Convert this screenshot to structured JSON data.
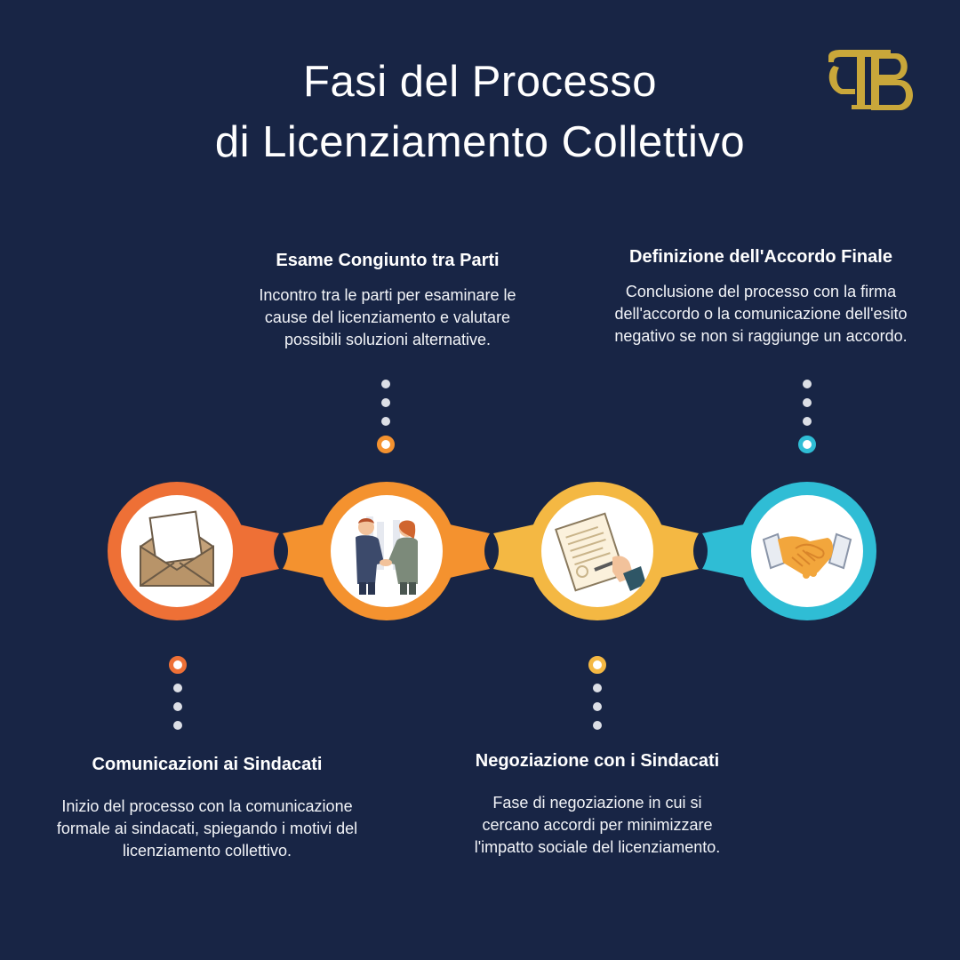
{
  "title": {
    "line1": "Fasi del Processo",
    "line2": "di Licenziamento Collettivo"
  },
  "logo": {
    "text": "TB",
    "color": "#c9a73a"
  },
  "colors": {
    "background": "#182545",
    "step1": "#ee7036",
    "step2": "#f4922f",
    "step3": "#f4b843",
    "step4": "#2fbdd5"
  },
  "steps": [
    {
      "title": "Comunicazioni ai Sindacati",
      "description": [
        "Inizio del processo con la comunicazione",
        "formale ai sindacati, spiegando i motivi del",
        "licenziamento collettivo."
      ],
      "icon": "envelope-icon"
    },
    {
      "title": "Esame Congiunto tra Parti",
      "description": [
        "Incontro tra le parti per esaminare le",
        "cause del licenziamento e valutare",
        "possibili soluzioni alternative."
      ],
      "icon": "meeting-handshake-icon"
    },
    {
      "title": "Negoziazione con i Sindacati",
      "description": [
        "Fase di negoziazione in cui si",
        "cercano accordi per minimizzare",
        "l'impatto sociale del licenziamento."
      ],
      "icon": "signing-document-icon"
    },
    {
      "title": "Definizione dell'Accordo Finale",
      "description": [
        "Conclusione del processo con la firma",
        "dell'accordo o la comunicazione dell'esito",
        "negativo se non si raggiunge un accordo."
      ],
      "icon": "handshake-icon"
    }
  ]
}
